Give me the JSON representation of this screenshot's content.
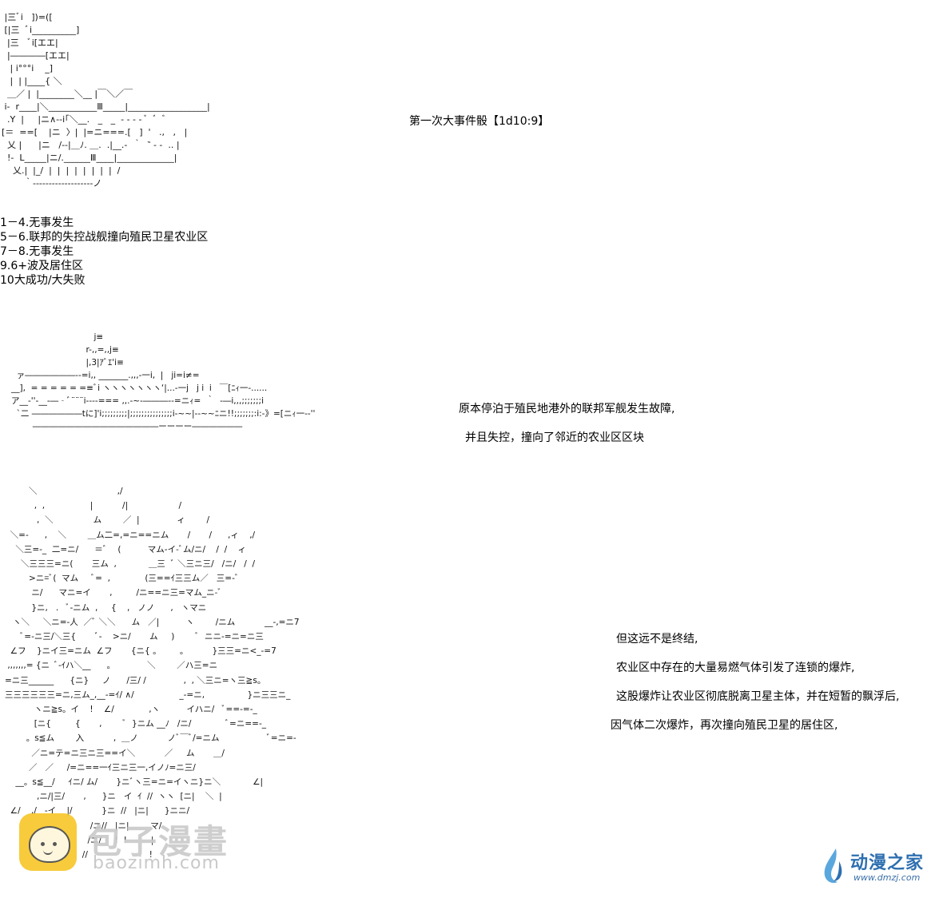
{
  "ascii_art": {
    "ship_large": " |三ﾞi   ])=([\n [|三  ﾞi__________]\n  |三   ﾞi[エエ|\n  |――――[エエ|\n   | i°°°i    _]\n   |  | |____{ ＼\n  ＿／ |  |________＼__ |￣＼／￣\n i-  r____|＼___________Ⅲ_____|__________________|\n  .Y  |     |ニ∧--i｢＼__.   _   _  ‐ ‐ ‐ ‐ ﾞ  ﾞ  ﾞ\n[＝  ==[    |ニ  〉|  |=ニ===.[   ]  '   .,   ,   |\n  乂 |      |ニ   /--|＿ﾉ. ＿.  .|__.-  ｀  ‶ ‐ ‐  .. |\n  !-  L_____|ニ/.______Ⅲ____|_____________|\n    乂.|  |_/  |  |  |  |  |  |  |  |  /\n        ｀-------------------ノ",
    "ship_small": "                               j≡\n                            r-,,=,,j≡\n                            |,3|ｱﾞｴ'i≡\n  ァ――――――--=i,, _______.,,,-一i,  |   ji=i≠=\n__],  = = = = = =≡ﾞi ヽヽヽヽヽヽヽ‘|...-一j   j i  i   ￣[ﾆｨ一‐......\nア__‐''‐__‐―‐ﾞ¨¨¨i----=== ,,.-~-―――--=ニｨ=  ｀  ‐―i,,,;;;;;;;i\n  `二 ――――――tに]'i;;;;;;;;;|;;;;;;;;;;;;;;;i‐~~|‐‐~~ﾆニ!!;;;;;;;:i:-》=[ニｨ一‐‐''\n        ―――――――――――――――ーーーー――――――",
    "explosion": "         ＼                              ,/\n           ,  ,                 |           /|                   /\n            ,  ＼               ム        ／  |              ィ        /\n  ＼=-      ,    ＼        ＿ム二=,=ニ==ニム       /       /      ,ィ    ,/\n    ＼三=-_  二=ニ/      ＝ﾞ    (          マム-イ-ﾞム/ニ/    /  /    ィ\n      ＼三三三=ニ(       三ム  ,            ＿三  ﾞ ＼三ニ三/   /ニ/   /  /\n         >ニ=ﾞ(  マム     ﾞ=  ,             (三==ｲ三三ム／   三=-ﾞ\n          ニ/      マニ=イ       ,         /ニ==ニ三=マム_ニ-ﾞ\n          }ニ,   .   ﾞ-ニム  ,     {    ,   ノノ      ,   ヽマニ\n   ヽ＼     ＼ニ=-人  ／ﾞ ＼＼      ム   ／|          ヽ        /ニム           __-,=ニ7\n      ﾞ=-ニ三/＼三{       ﾞ-    >ニ/       ム     )        ﾞ  ニニ-=ニ=ニ三\n  ∠フ    }ニイ三=ニム  ∠フ       {ニ{ 。       。         }三三=ニ<_‐=7\n ,,,,,,,= {ニ  ﾞ-ｲハ＼__      。            ＼        ／ハ三=ニ\n=ニ三______      {ニ}     ノ      /三/ /              ,  , ＼三ニ=ヽ三≧s。\n三三三三三三=ニ,三ム_,__-=ｲ/ ∧/                 _-=ニ,                }ニ三三ニ_\n           ヽニ≧s。イ    !    ∠/             ,ヽ          イハニ/   ﾞ==-=-_\n           [ニ{         {       ,        ﾞ  }ニム __ﾉ   /ニ/             ﾞ=ニ==-_\n        。s≦ム        入           ,  ＿ノ           ノﾞ￣ﾞ/=ニム                  ﾞ=ニ=-\n          ／ニ=テ=ニ三ニ三==イ＼           ／     ム       ＿/\n         ／   ／     /=ニ==一ｲ三ニ三一,イノﾉ=ニ三/\n    __。s≦__/     ｲニ/ ム/       }ニﾞヽ三=ニ=イヽニ}ニ＼            ∠|\n            ,ニ/|三/       ,      }ニ   イ  ｲ  //  ヽヽ  [ニ|    ＼  |\n  ∠/    ,/   -イ    |/           }ニ  //   |ニ|      }ニニ/\n                                /ニ//   |ニ|        マ/\n                               /ニ/     !  !         |\n                             //                       !"
  },
  "dice_title": "第一次大事件骰【1d10:9】",
  "rules": [
    "1－4.无事发生",
    "5－6.联邦的失控战舰撞向殖民卫星农业区",
    "7－8.无事发生",
    "9.6+波及居住区",
    "10大成功/大失败"
  ],
  "narration_1": [
    "原本停泊于殖民地港外的联邦军舰发生故障,",
    "并且失控，撞向了邻近的农业区区块"
  ],
  "narration_2": [
    "但这远不是终结,",
    "农业区中存在的大量易燃气体引发了连锁的爆炸,",
    "这股爆炸让农业区彻底脱离卫星主体，并在短暂的飘浮后,",
    "因气体二次爆炸，再次撞向殖民卫星的居住区,"
  ],
  "watermarks": {
    "left_title": "包子漫畫",
    "left_url": "baozimh.com",
    "right_title": "动漫之家",
    "right_url": "www.dmzj.com",
    "left_color": "#f6c21a",
    "right_color": "#2e6fb0"
  }
}
